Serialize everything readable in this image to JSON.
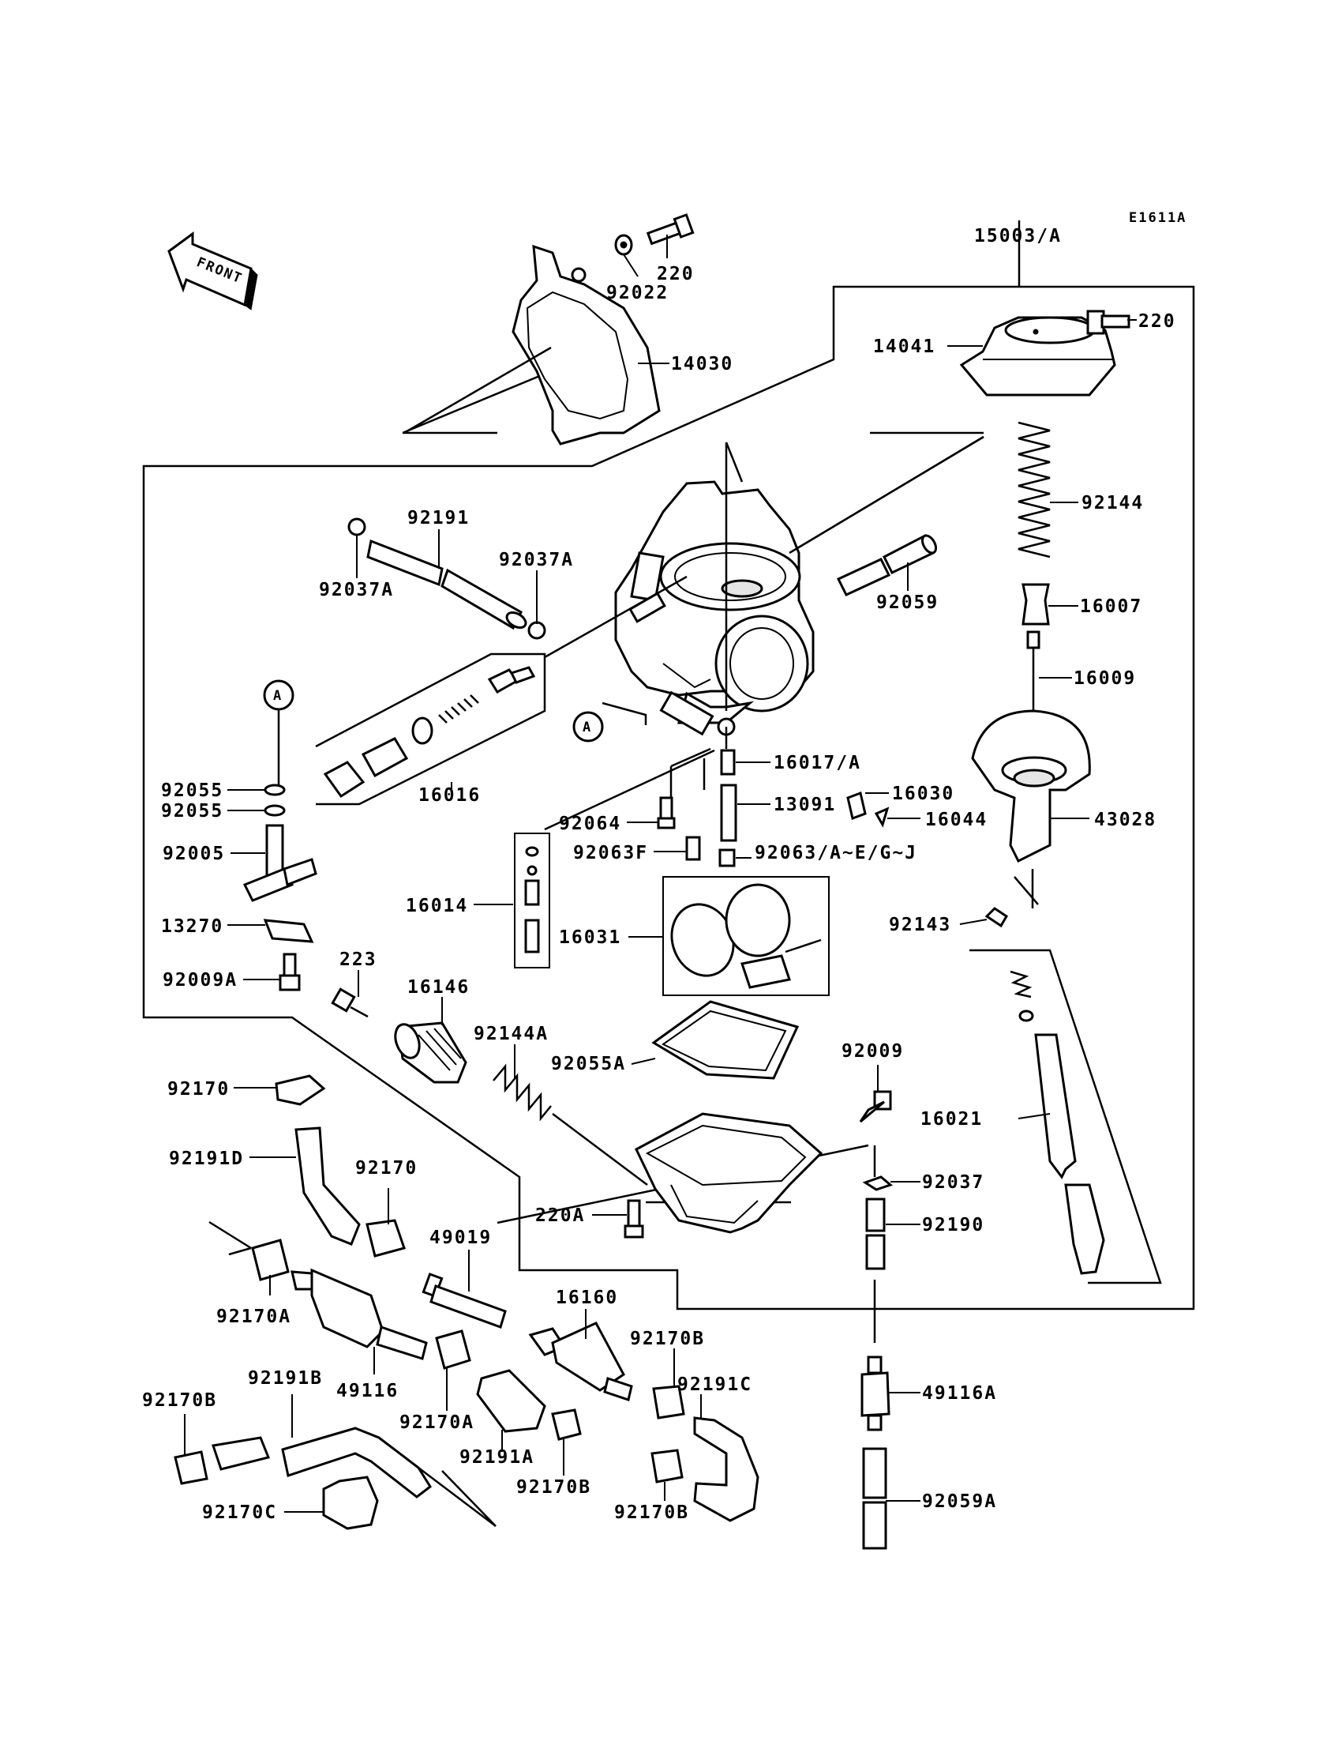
{
  "diagram_code": "E1611A",
  "front_label": "FRONT",
  "ref_circle_label": "A",
  "parts": {
    "p15003A": "15003/A",
    "p220_top": "220",
    "p92022": "92022",
    "p14030": "14030",
    "p220_right": "220",
    "p14041": "14041",
    "p92144": "92144",
    "p16007": "16007",
    "p16009": "16009",
    "p92191": "92191",
    "p92037A_left": "92037A",
    "p92037A_right": "92037A",
    "p92059": "92059",
    "p16016": "16016",
    "p92055_1": "92055",
    "p92055_2": "92055",
    "p92005": "92005",
    "p13270": "13270",
    "p92009A": "92009A",
    "p223": "223",
    "p16146": "16146",
    "p16014": "16014",
    "p16017A": "16017/A",
    "p92064": "92064",
    "p13091": "13091",
    "p92063F": "92063F",
    "p92063AEGJ": "92063/A~E/G~J",
    "p16030": "16030",
    "p16044": "16044",
    "p43028": "43028",
    "p16031": "16031",
    "p92143": "92143",
    "p92144A": "92144A",
    "p92055A": "92055A",
    "p92009": "92009",
    "p16021": "16021",
    "p92170_top": "92170",
    "p92191D": "92191D",
    "p92170_mid": "92170",
    "p49019": "49019",
    "p92037": "92037",
    "p92190": "92190",
    "p220A": "220A",
    "p92170A_left": "92170A",
    "p16160": "16160",
    "p92170B_top": "92170B",
    "p49116": "49116",
    "p92191B": "92191B",
    "p92191C": "92191C",
    "p49116A": "49116A",
    "p92170A_mid": "92170A",
    "p92170B_left": "92170B",
    "p92191A": "92191A",
    "p92170B_mid": "92170B",
    "p92059A": "92059A",
    "p92170C": "92170C",
    "p92170B_bot": "92170B"
  }
}
